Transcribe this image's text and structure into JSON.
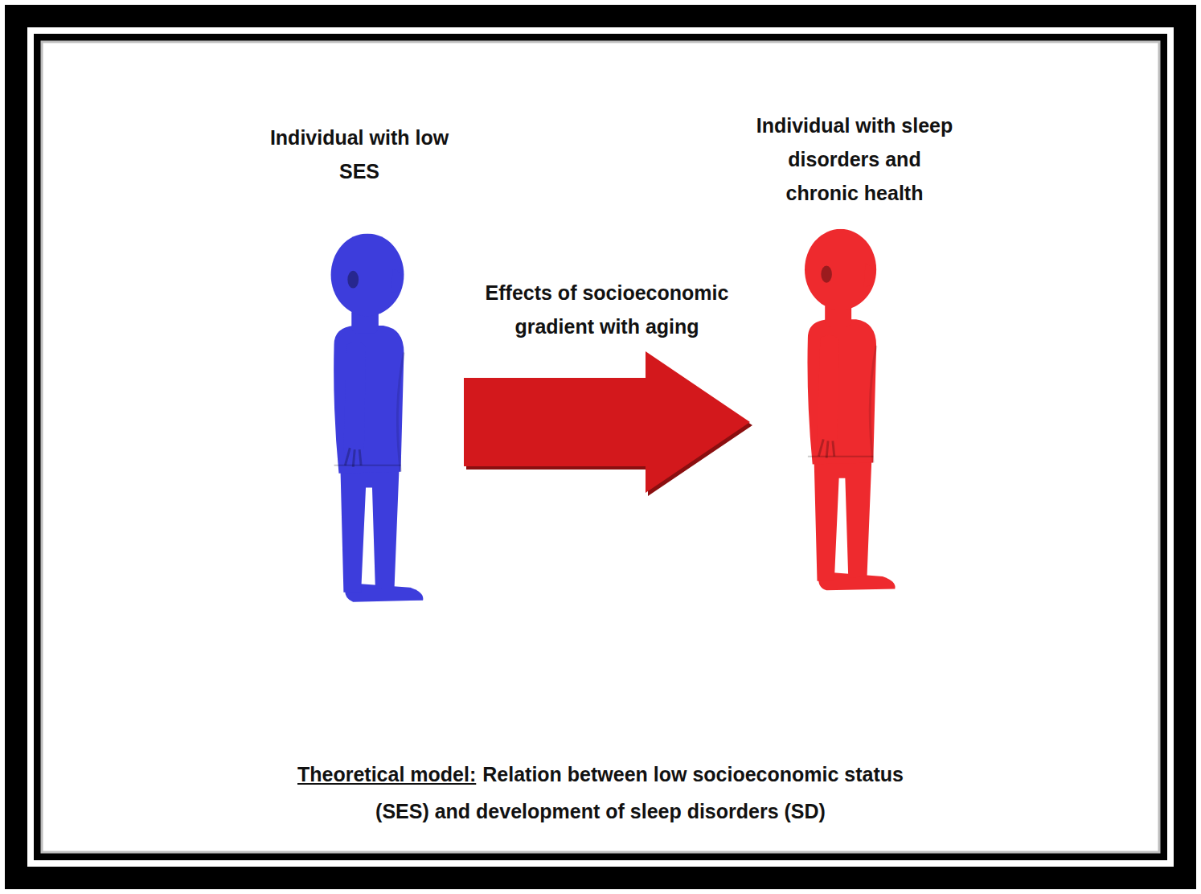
{
  "diagram": {
    "caption": "Relation between low socioeconomic status (SES) and development of sleep disorders (SD)",
    "nodes": [
      {
        "text": [
          "Individual with low SES"
        ]
      },
      {
        "text": [
          "Individual with sleep disorders and chronic health"
        ]
      }
    ],
    "edges": [
      {
        "from": 0,
        "to": 1,
        "arrow": "to",
        "label": "Effects of socioeconomic gradient with aging"
      }
    ],
    "labels": [
      "Theoretical model:"
    ]
  }
}
